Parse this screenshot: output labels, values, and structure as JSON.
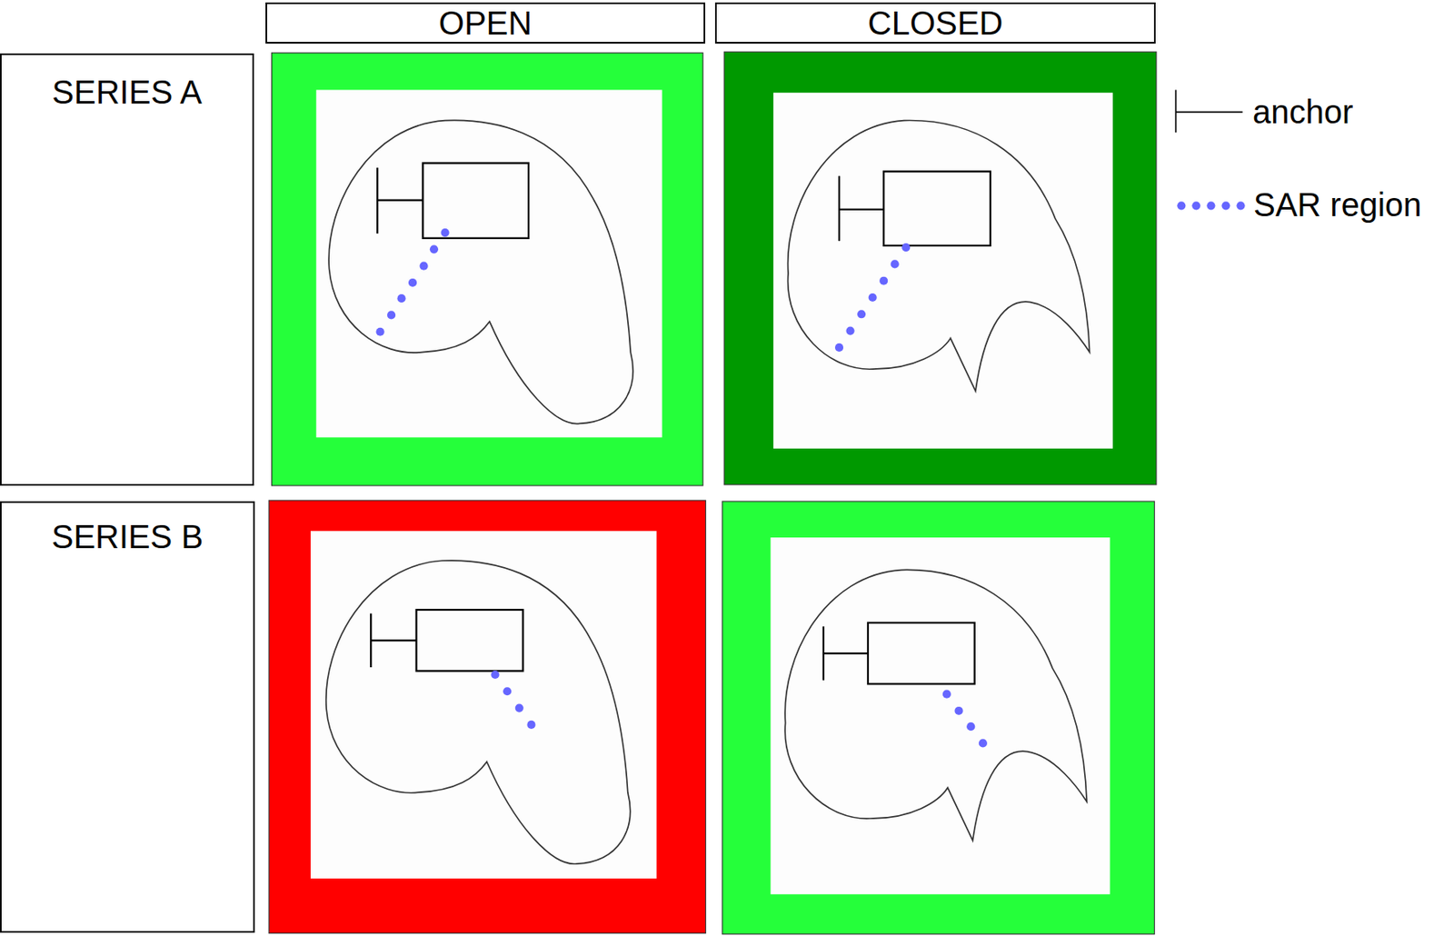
{
  "diagram": {
    "nodes": [
      {
        "text": [
          "OPEN"
        ]
      },
      {
        "text": [
          "CLOSED"
        ]
      },
      {
        "text": [
          "SERIES A"
        ]
      },
      {
        "text": [
          "SERIES B"
        ]
      }
    ],
    "legend": [
      {
        "text": "anchor"
      },
      {
        "text": "SAR region"
      }
    ]
  }
}
